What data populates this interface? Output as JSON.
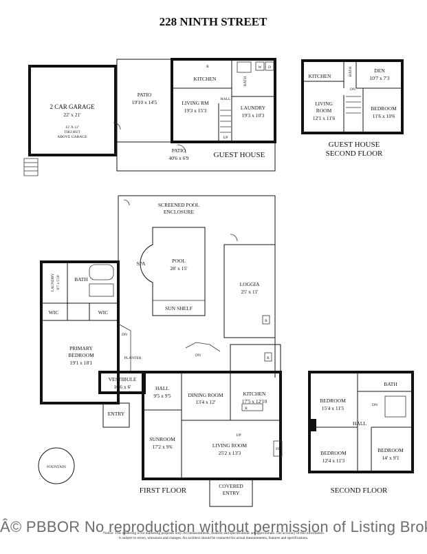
{
  "title": "228 NINTH STREET",
  "garage": {
    "name": "2 CAR GARAGE",
    "dim": "22' x 21'",
    "note1": "12' X 12'",
    "note2": "TIKI HUT",
    "note3": "ABOVE GARAGE"
  },
  "guest_house": {
    "patio1_name": "PATIO",
    "patio1_dim": "19'10 x 14'5",
    "kitchen": "KITCHEN",
    "living_name": "LIVING RM",
    "living_dim": "19'3 x 15'3",
    "laundry_name": "LAUNDRY",
    "laundry_dim": "19'3 x 10'3",
    "bath": "BATH",
    "hall": "HALL",
    "up": "UP",
    "r": "R",
    "w": "W",
    "d": "D",
    "patio2_name": "PATIO",
    "patio2_dim": "40'6 x 6'9",
    "label": "GUEST HOUSE"
  },
  "guest_second": {
    "kitchen": "KITCHEN",
    "bath": "BATH",
    "den_name": "DEN",
    "den_dim": "10'7 x 7'3",
    "dn": "DN",
    "living_name1": "LIVING",
    "living_name2": "ROOM",
    "living_dim": "12'1 x 11'6",
    "bedroom_name": "BEDROOM",
    "bedroom_dim": "11'6 x 10'6",
    "label1": "GUEST HOUSE",
    "label2": "SECOND FLOOR"
  },
  "first_floor": {
    "enclosure1": "SCREENED POOL",
    "enclosure2": "ENCLOSURE",
    "spa": "SPA",
    "pool_name": "POOL",
    "pool_dim": "28' x 15'",
    "sun_shelf": "SUN SHELF",
    "loggia_name": "LOGGIA",
    "loggia_dim": "25' x 11'",
    "laundry_name": "LAUNDRY",
    "laundry_dim": "8'7 x 5'10",
    "bath": "BATH",
    "wic1": "WIC",
    "wic2": "WIC",
    "primary_name1": "PRIMARY",
    "primary_name2": "BEDROOM",
    "primary_dim": "19'1 x 18'1",
    "dn1": "DN",
    "dn2": "DN",
    "planter": "PLANTER",
    "vestibule_name": "VESTIBULE",
    "vestibule_dim": "10'6 x 6'",
    "hall_name": "HALL",
    "hall_dim": "9'5 x 9'5",
    "dining_name": "DINING ROOM",
    "dining_dim": "13'4 x 12'",
    "kitchen_name": "KITCHEN",
    "kitchen_dim": "17'5 x 12'10",
    "r1": "R",
    "r2": "R",
    "r3": "R",
    "up": "UP",
    "fp": "FP",
    "entry": "ENTRY",
    "sunroom_name": "SUNROOM",
    "sunroom_dim": "17'2 x 9'6",
    "living_name": "LIVING ROOM",
    "living_dim": "25'2 x 13'3",
    "fountain": "FOUNTAIN",
    "covered1": "COVERED",
    "covered2": "ENTRY",
    "label": "FIRST FLOOR"
  },
  "second_floor": {
    "bath": "BATH",
    "bed1_name": "BEDROOM",
    "bed1_dim": "15'4 x 11'5",
    "dn": "DN",
    "hall": "HALL",
    "bed2_name": "BEDROOM",
    "bed2_dim": "12'4 x 11'3",
    "bed3_name": "BEDROOM",
    "bed3_dim": "14' x 9'1",
    "label": "SECOND FLOOR"
  },
  "watermark": "Â© PBBOR No reproduction without permission of Listing Brok",
  "notice_line1": "Notice: This rendering is for marketing purposes only. All measurements, features and specifications are approximate. The accuracy of this information",
  "notice_line2": "is subject to errors, omissions and changes. An architect should be contacted for actual measurements, features and specifications."
}
